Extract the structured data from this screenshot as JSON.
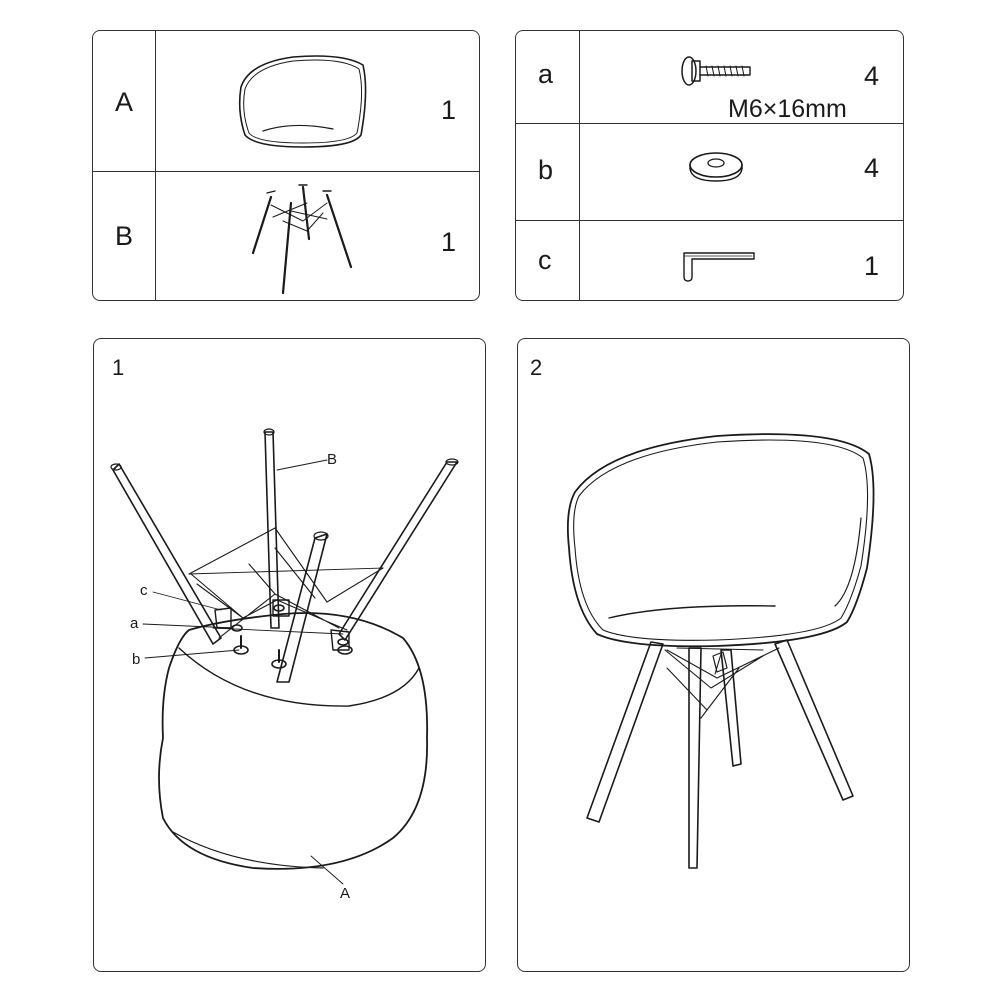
{
  "parts_left": [
    {
      "letter": "A",
      "qty": "1",
      "icon": "chair-shell-icon"
    },
    {
      "letter": "B",
      "qty": "1",
      "icon": "chair-base-icon"
    }
  ],
  "parts_right": [
    {
      "letter": "a",
      "qty": "4",
      "spec": "M6×16mm",
      "icon": "bolt-icon"
    },
    {
      "letter": "b",
      "qty": "4",
      "icon": "washer-icon"
    },
    {
      "letter": "c",
      "qty": "1",
      "icon": "hex-key-icon"
    }
  ],
  "steps": [
    {
      "number": "1",
      "callouts": {
        "B": "B",
        "c": "c",
        "a": "a",
        "b": "b",
        "A": "A"
      }
    },
    {
      "number": "2"
    }
  ]
}
